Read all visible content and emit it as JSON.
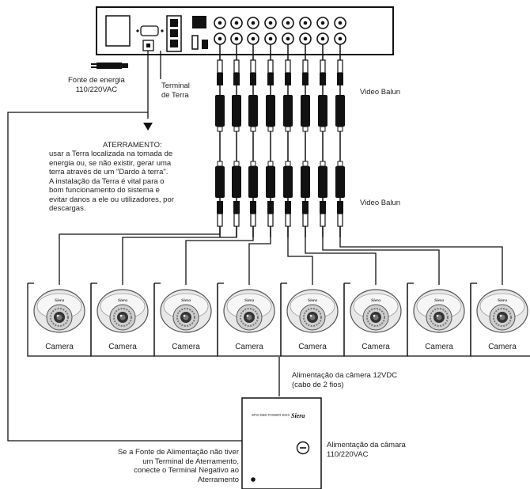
{
  "labels": {
    "power_source": "Fonte de energia\n110/220VAC",
    "ground_terminal": "Terminal\nde Terra",
    "video_balun_top": "Video Balun",
    "video_balun_bottom": "Video Balun",
    "grounding_title": "ATERRAMENTO:",
    "grounding_text": "usar a Terra localizada na tomada de\nenergia ou, se não existir, gerar uma\nterra através de um \"Dardo à terra\".\nA instalação da Terra é vital para o\nbom funcionamento do sistema e\nevitar danos a ele ou utilizadores, por\ndescargas.",
    "camera_power": "Alimentação da câmera 12VDC\n(cabo de 2 fios)",
    "power_box_power": "Alimentação da câmara\n110/220VAC",
    "no_ground_note": "Se a Fonte de Alimentação não tiver\num Terminal de Aterramento,\nconecte o Terminal Negativo ao\nAterramento",
    "power_box_model": "SPS-DB0 POWER BOX",
    "power_box_brand": "Siera"
  },
  "cameras": [
    {
      "label": "Camera",
      "brand": "Siera"
    },
    {
      "label": "Camera",
      "brand": "Siera"
    },
    {
      "label": "Camera",
      "brand": "Siera"
    },
    {
      "label": "Camera",
      "brand": "Siera"
    },
    {
      "label": "Camera",
      "brand": "Siera"
    },
    {
      "label": "Camera",
      "brand": "Siera"
    },
    {
      "label": "Camera",
      "brand": "Siera"
    },
    {
      "label": "Camera",
      "brand": "Siera"
    }
  ]
}
